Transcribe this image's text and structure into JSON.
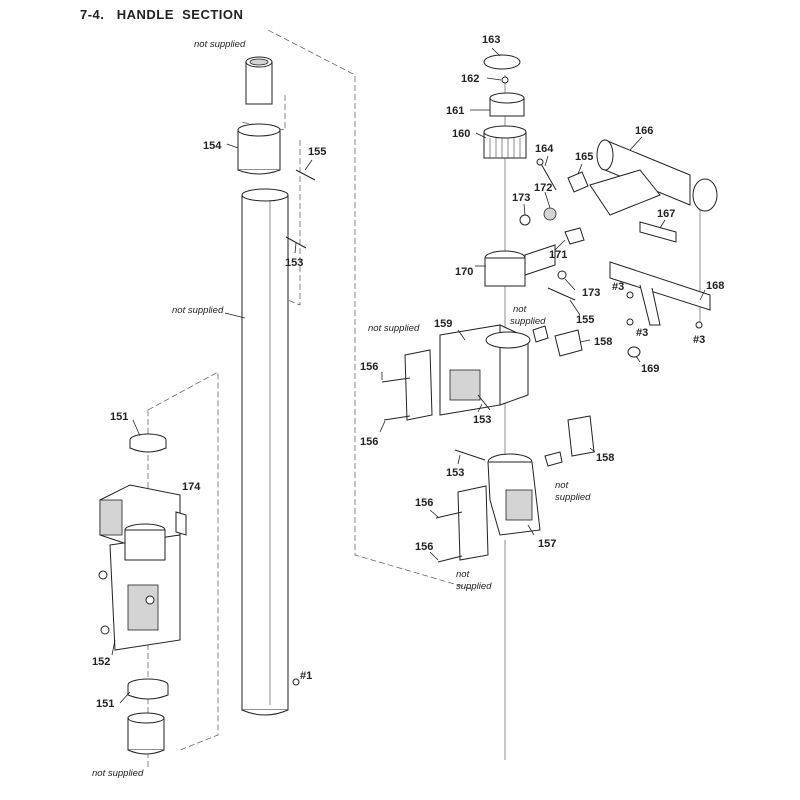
{
  "title": "7-4.   HANDLE  SECTION",
  "labels": {
    "p151a": "151",
    "p151b": "151",
    "p152": "152",
    "p153a": "153",
    "p153b": "153",
    "p153c": "153",
    "p154": "154",
    "p155a": "155",
    "p155b": "155",
    "p156a": "156",
    "p156b": "156",
    "p156c": "156",
    "p156d": "156",
    "p157": "157",
    "p158a": "158",
    "p158b": "158",
    "p159": "159",
    "p160": "160",
    "p161": "161",
    "p162": "162",
    "p163": "163",
    "p164": "164",
    "p165": "165",
    "p166": "166",
    "p167": "167",
    "p168": "168",
    "p169": "169",
    "p170": "170",
    "p171": "171",
    "p172": "172",
    "p173a": "173",
    "p173b": "173",
    "p174": "174",
    "s1": "#1",
    "s3a": "#3",
    "s3b": "#3",
    "s3c": "#3"
  },
  "not_supplied": "not supplied"
}
